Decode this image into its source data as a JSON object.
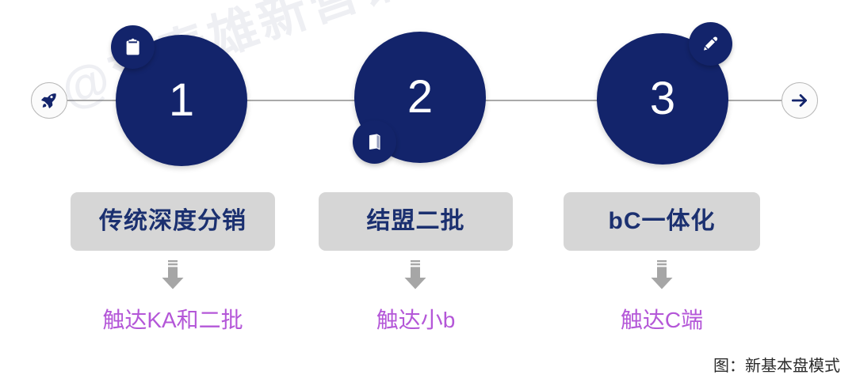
{
  "colors": {
    "node_navy": "#13246b",
    "label_box_gray": "#d6d6d6",
    "label_text_navy": "#1b3070",
    "outcome_purple": "#b457d8",
    "arrow_gray": "#a6a6a6",
    "connector_gray": "#a9a9a9",
    "background": "#ffffff"
  },
  "watermark": {
    "text": "@刘春雄新营销"
  },
  "timeline": {
    "start_icon": "rocket-icon",
    "end_icon": "arrow-right-icon",
    "steps": [
      {
        "number": "1",
        "badge_icon": "clipboard-icon",
        "badge_position": "top-left",
        "label": "传统深度分销",
        "outcome": "触达KA和二批"
      },
      {
        "number": "2",
        "badge_icon": "book-icon",
        "badge_position": "bottom-left",
        "label": "结盟二批",
        "outcome": "触达小b"
      },
      {
        "number": "3",
        "badge_icon": "pencil-icon",
        "badge_position": "top-right",
        "label": "bC一体化",
        "outcome": "触达C端"
      }
    ]
  },
  "caption": {
    "text": "图：新基本盘模式"
  }
}
